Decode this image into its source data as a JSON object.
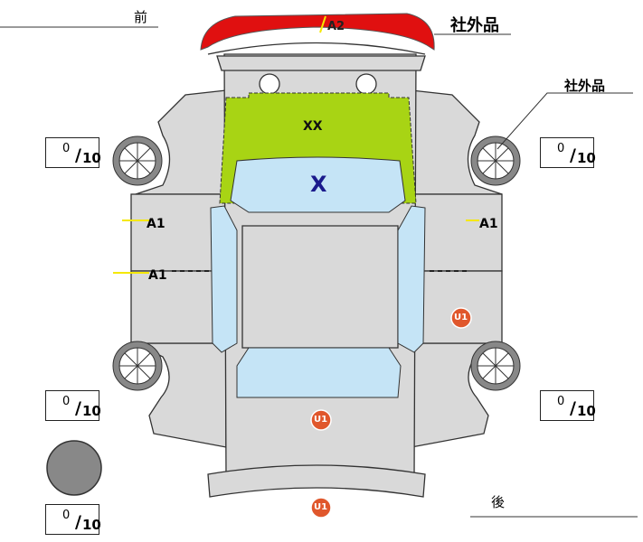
{
  "labels": {
    "front": "前",
    "rear": "後",
    "aftermarket_top": "社外品",
    "aftermarket_right": "社外品"
  },
  "tires": {
    "front_left": {
      "value": "0",
      "max": "10"
    },
    "front_right": {
      "value": "0",
      "max": "10"
    },
    "rear_left": {
      "value": "0",
      "max": "10"
    },
    "rear_right": {
      "value": "0",
      "max": "10"
    },
    "spare": {
      "value": "0",
      "max": "10"
    }
  },
  "slash": "/",
  "marks": {
    "front_bumper": "A2",
    "hood": "XX",
    "windshield": "X",
    "left_front_door": "A1",
    "left_rear_door": "A1",
    "right_front_door": "A1",
    "right_rear_door": "U1",
    "trunk": "U1",
    "rear_bumper": "U1"
  },
  "colors": {
    "body": "#d9d9d9",
    "glass": "#c5e4f6",
    "hood": "#a8d414",
    "bumper_damage": "#e01010",
    "u_marker": "#e0572c",
    "x_mark": "#1a1a8c",
    "a_line": "#f5e800"
  }
}
